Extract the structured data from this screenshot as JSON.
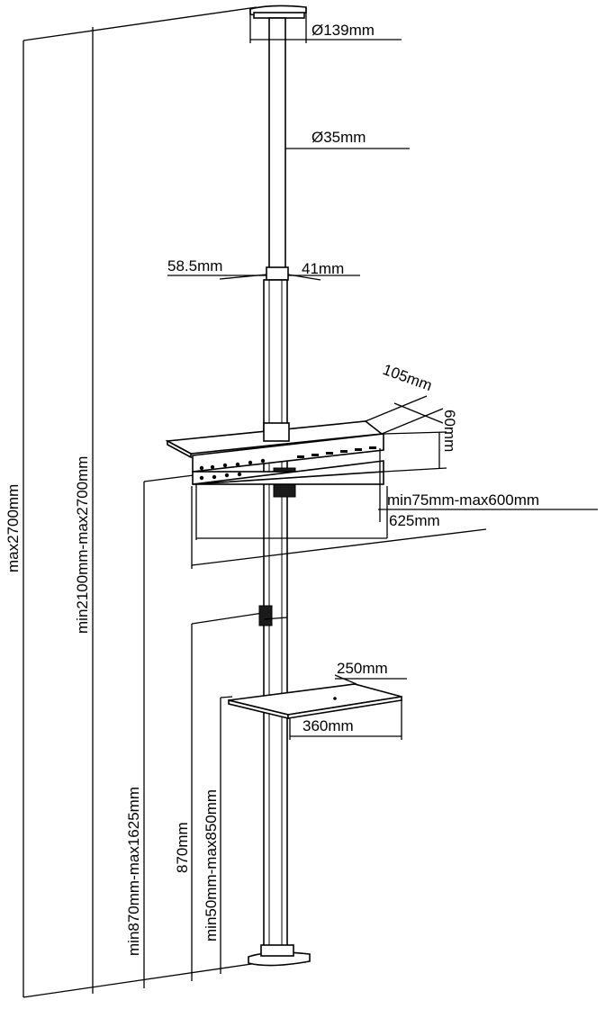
{
  "labels": {
    "base_diameter": "Ø139mm",
    "pole_diameter": "Ø35mm",
    "clamp_width": "58.5mm",
    "clamp_depth": "41mm",
    "bracket_depth": "105mm",
    "bracket_height": "60mm",
    "vesa_range": "min75mm-max600mm",
    "bracket_width": "625mm",
    "total_height": "max2700mm",
    "pole_height_range": "min2100mm-max2700mm",
    "bracket_height_range": "min870mm-max1625mm",
    "shelf_position": "870mm",
    "shelf_height_range": "min50mm-max850mm",
    "shelf_depth": "250mm",
    "shelf_width": "360mm"
  }
}
